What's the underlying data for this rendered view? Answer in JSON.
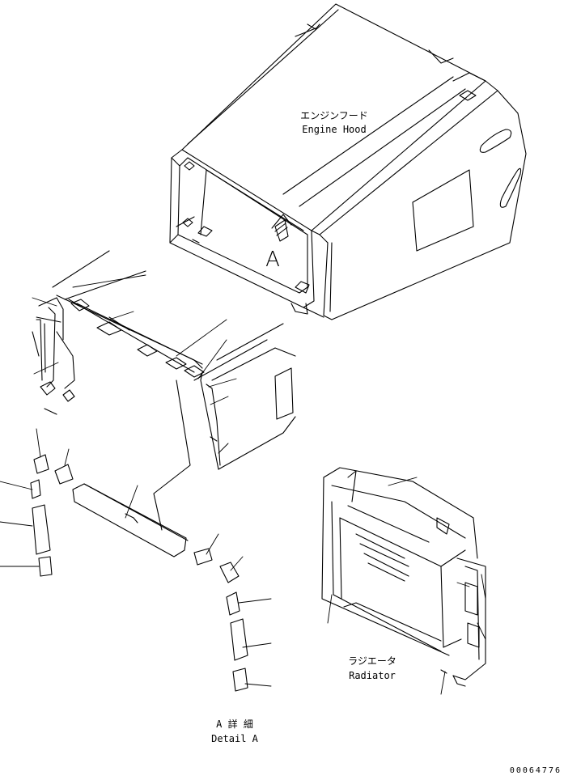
{
  "labels": {
    "engine_hood_jp": "エンジンフード",
    "engine_hood_en": "Engine Hood",
    "view_marker": "A",
    "radiator_jp": "ラジエータ",
    "radiator_en": "Radiator",
    "detail_jp": "A 詳 細",
    "detail_en": "Detail A",
    "drawing_number": "00064776"
  },
  "colors": {
    "line": "#000000",
    "background": "#ffffff"
  }
}
